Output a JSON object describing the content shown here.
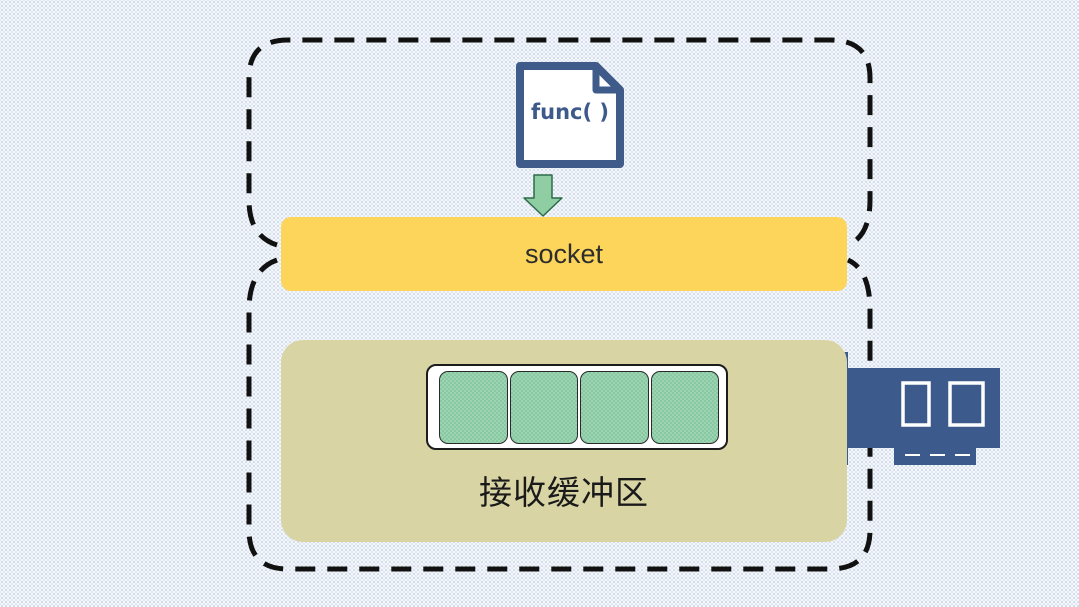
{
  "function_file": {
    "label": "func( )"
  },
  "socket": {
    "label": "socket"
  },
  "receive_buffer": {
    "label": "接收缓冲区",
    "cell_count": 4
  },
  "colors": {
    "socket": "#fdd55a",
    "buffer": "#d9d4a4",
    "cell": "#87c9a1",
    "nic": "#3c5a8c",
    "file_outline": "#3e5b89",
    "dashed_border": "#111111"
  }
}
